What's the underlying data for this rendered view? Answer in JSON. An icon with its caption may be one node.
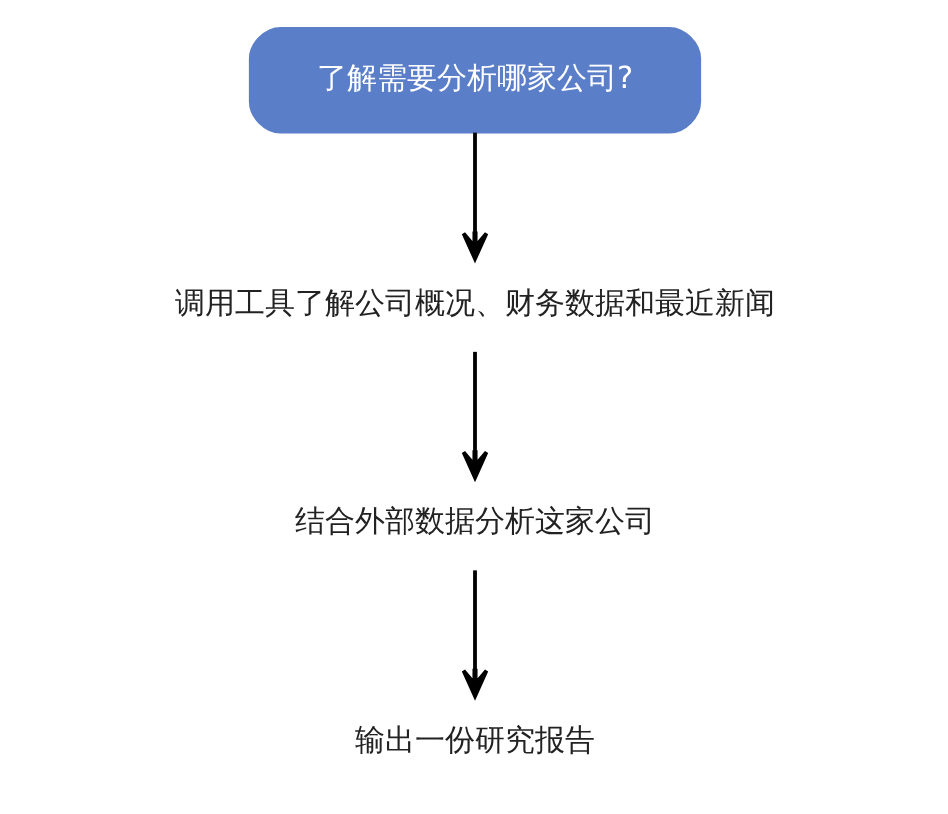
{
  "diagram": {
    "nodes": [
      {
        "text": [
          "了解需要分析哪家公司?"
        ]
      },
      {
        "text": [
          "调用工具了解公司概况、财务数据和最近新闻"
        ]
      },
      {
        "text": [
          "结合外部数据分析这家公司"
        ]
      },
      {
        "text": [
          "输出一份研究报告"
        ]
      }
    ],
    "edges": [
      {
        "from": 0,
        "to": 1,
        "arrow": "to"
      },
      {
        "from": 1,
        "to": 2,
        "arrow": "to"
      },
      {
        "from": 2,
        "to": 3,
        "arrow": "to"
      }
    ]
  }
}
